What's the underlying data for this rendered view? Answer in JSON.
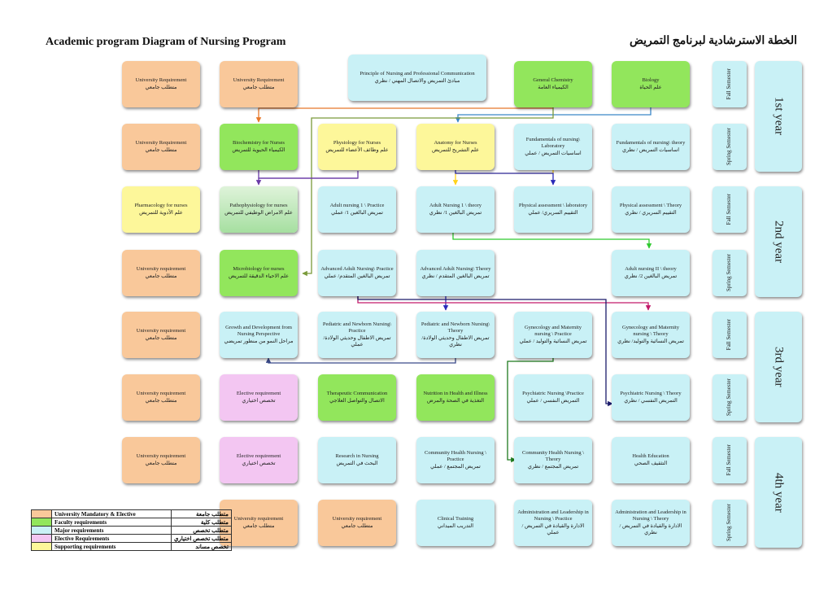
{
  "title_en": "Academic program Diagram of Nursing Program",
  "title_ar": "الخطة الاسترشادية لبرنامج التمريض",
  "colors": {
    "university": "#f9c89a",
    "faculty": "#92e65c",
    "major": "#c9f1f6",
    "elective": "#f3c6f2",
    "supporting": "#fdf79a",
    "arrow_orange": "#e8782a",
    "arrow_blue": "#3a86c8",
    "arrow_purple": "#6a3aa8",
    "arrow_yellow": "#ffd21a",
    "arrow_green": "#2fc92f",
    "arrow_darkgreen": "#1e7a1e",
    "arrow_olive": "#7a9a3a",
    "arrow_navy": "#2a2ab8",
    "arrow_magenta": "#c21a6a",
    "arrow_navy_dark": "#1a1a6a"
  },
  "years": [
    "1st year",
    "2nd year",
    "3rd year",
    "4th year"
  ],
  "semesters": [
    "Fall Semester",
    "Spring Semester",
    "Fall Semester",
    "Spring Semester",
    "Fall Semester",
    "Spring Semester",
    "Fall Semester",
    "Spring Semester"
  ],
  "courses": {
    "r1c1": {
      "en": "University Requirement",
      "ar": "متطلب جامعي"
    },
    "r1c2": {
      "en": "University Requirement",
      "ar": "متطلب جامعي"
    },
    "r1c3": {
      "en": "Principle of Nursing and Professional Communication",
      "ar": "مبادئ التمريض والاتصال المهني / نظري"
    },
    "r1c5": {
      "en": "General Chemistry",
      "ar": "الكيمياء العامة"
    },
    "r1c6": {
      "en": "Biology",
      "ar": "علم الحياة"
    },
    "r2c1": {
      "en": "University Requirement",
      "ar": "متطلب جامعي"
    },
    "r2c2": {
      "en": "Biochemistry for Nurses",
      "ar": "الكيمياء الحيوية للتمريض"
    },
    "r2c3": {
      "en": "Physiology for Nurses",
      "ar": "علم وظائف الأعضاء للتمريض"
    },
    "r2c4": {
      "en": "Anatomy for Nurses",
      "ar": "علم التشريح للتمريض"
    },
    "r2c5": {
      "en": "Fundamentals of nursing\\ Laboratory",
      "ar": "اساسيات التمريض / عملي"
    },
    "r2c6": {
      "en": "Fundamentals of nursing\\ theory",
      "ar": "اساسيات التمريض / نظري"
    },
    "r3c1": {
      "en": "Pharmacology for nurses",
      "ar": "علم الأدوية للتمريض"
    },
    "r3c2": {
      "en": "Pathophysiology for nurses",
      "ar": "علم الامراض الوظيفي للتمريض"
    },
    "r3c3": {
      "en": "Adult nursing 1 \\ Practice",
      "ar": "تمريض البالغين 1/ عملي"
    },
    "r3c4": {
      "en": "Adult Nursing 1 \\ theory",
      "ar": "تمريض البالغين 1/ نظري"
    },
    "r3c5": {
      "en": "Physical assessment \\ laboratory",
      "ar": "التقييم السريري/ عملي"
    },
    "r3c6": {
      "en": "Physical assessment \\ Theory",
      "ar": "التقييم السريري / نظري"
    },
    "r4c1": {
      "en": "University requirement",
      "ar": "متطلب جامعي"
    },
    "r4c2": {
      "en": "Microbiology for nurses",
      "ar": "علم الاحياء الدقيقة للتمريض"
    },
    "r4c3": {
      "en": "Advanced Adult Nursing\\ Practice",
      "ar": "تمريض البالغين المتقدم/ عملي"
    },
    "r4c4": {
      "en": "Advanced Adult Nursing\\ Theory",
      "ar": "تمريض البالغين المتقدم / نظري"
    },
    "r4c6": {
      "en": "Adult nursing II \\ theory",
      "ar": "تمريض البالغين 2/ نظري"
    },
    "r5c1": {
      "en": "University requirement",
      "ar": "متطلب جامعي"
    },
    "r5c2": {
      "en": "Growth and Development from Nursing Perspective",
      "ar": "مراحل النمو من منظور تمريضي"
    },
    "r5c3": {
      "en": "Pediatric and Newborn Nursing\\ Practice",
      "ar": "تمريض الاطفال وحديثي الولادة/ عملي"
    },
    "r5c4": {
      "en": "Pediatric and Newborn Nursing\\ Theory",
      "ar": "تمريض الاطفال وحديثي الولادة/ نظري"
    },
    "r5c5": {
      "en": "Gynecology and Maternity nursing \\ Practice",
      "ar": "تمريض النسائية والتوليد / عملي"
    },
    "r5c6": {
      "en": "Gynecology and Maternity nursing \\ Theory",
      "ar": "تمريض النسائية والتوليد/ نظري"
    },
    "r6c1": {
      "en": "University requirement",
      "ar": "متطلب جامعي"
    },
    "r6c2": {
      "en": "Elective requirement",
      "ar": "تخصص اختياري"
    },
    "r6c3": {
      "en": "Therapeutic Communication",
      "ar": "الاتصال والتواصل العلاجي"
    },
    "r6c4": {
      "en": "Nutrition in Health and Illness",
      "ar": "التغذية في الصحة والمرض"
    },
    "r6c5": {
      "en": "Psychiatric Nursing \\Practice",
      "ar": "التمريض النفسي / عملي"
    },
    "r6c6": {
      "en": "Psychiatric Nursing \\ Theory",
      "ar": "التمريض النفسي / نظري"
    },
    "r7c1": {
      "en": "University requirement",
      "ar": "متطلب جامعي"
    },
    "r7c2": {
      "en": "Elective requirement",
      "ar": "تخصص اختياري"
    },
    "r7c3": {
      "en": "Research in Nursing",
      "ar": "البحث في التمريض"
    },
    "r7c4": {
      "en": "Community Health Nursing \\ Practice",
      "ar": "تمريض المجتمع / عملي"
    },
    "r7c5": {
      "en": "Community Health Nursing \\ Theory",
      "ar": "تمريض المجتمع / نظري"
    },
    "r7c6": {
      "en": "Health Education",
      "ar": "التثقيف الصحي"
    },
    "r8c2": {
      "en": "University requirement",
      "ar": "متطلب جامعي"
    },
    "r8c3": {
      "en": "University requirement",
      "ar": "متطلب جامعي"
    },
    "r8c4": {
      "en": "Clinical Training",
      "ar": "التدريب الميداني"
    },
    "r8c5": {
      "en": "Administration and Leadership in Nursing \\ Practice",
      "ar": "الادارة والقيادة في التمريض / عملي"
    },
    "r8c6": {
      "en": "Administration and Leadership in Nursing \\ Theory",
      "ar": "الادارة والقيادة في التمريض / نظري"
    }
  },
  "legend": [
    {
      "en": "University Mandatory & Elective",
      "ar": "متطلب جامعة",
      "color": "#f9c89a"
    },
    {
      "en": "Faculty requirements",
      "ar": "متطلب كلية",
      "color": "#92e65c"
    },
    {
      "en": "Major requirements",
      "ar": "متطلب تخصص",
      "color": "#c9f1f6"
    },
    {
      "en": "Elective Requirements",
      "ar": "متطلب تخصص اختياري",
      "color": "#f3c6f2"
    },
    {
      "en": "Supporting requirements",
      "ar": "تخصص مساند",
      "color": "#fdf79a"
    }
  ]
}
